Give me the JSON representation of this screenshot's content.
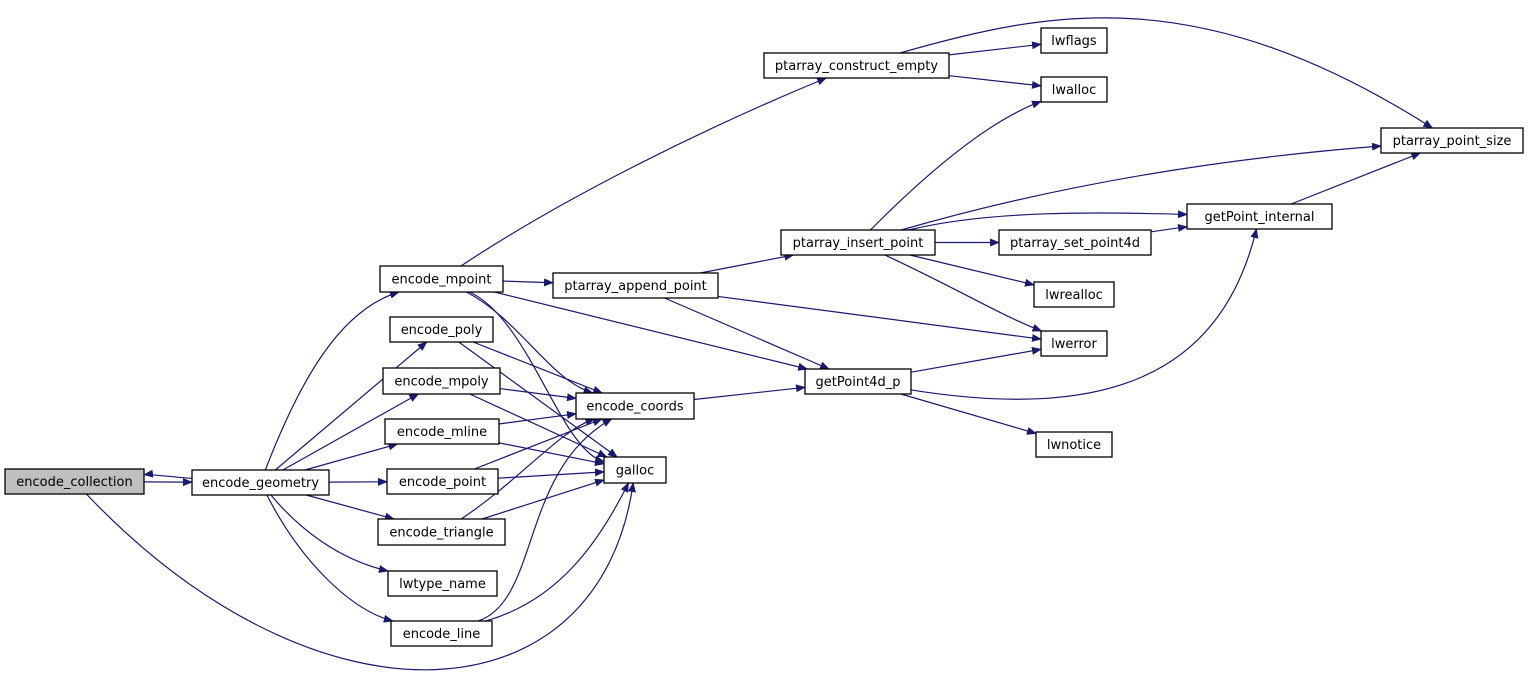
{
  "graph": {
    "nodes": [
      {
        "id": "encode_collection",
        "label": "encode_collection",
        "focus": true
      },
      {
        "id": "encode_geometry",
        "label": "encode_geometry"
      },
      {
        "id": "encode_mpoint",
        "label": "encode_mpoint"
      },
      {
        "id": "encode_poly",
        "label": "encode_poly"
      },
      {
        "id": "encode_mpoly",
        "label": "encode_mpoly"
      },
      {
        "id": "encode_mline",
        "label": "encode_mline"
      },
      {
        "id": "encode_point",
        "label": "encode_point"
      },
      {
        "id": "encode_triangle",
        "label": "encode_triangle"
      },
      {
        "id": "lwtype_name",
        "label": "lwtype_name"
      },
      {
        "id": "encode_line",
        "label": "encode_line"
      },
      {
        "id": "ptarray_append_point",
        "label": "ptarray_append_point"
      },
      {
        "id": "encode_coords",
        "label": "encode_coords"
      },
      {
        "id": "galloc",
        "label": "galloc"
      },
      {
        "id": "ptarray_construct_empty",
        "label": "ptarray_construct_empty"
      },
      {
        "id": "ptarray_insert_point",
        "label": "ptarray_insert_point"
      },
      {
        "id": "getPoint4d_p",
        "label": "getPoint4d_p"
      },
      {
        "id": "lwflags",
        "label": "lwflags"
      },
      {
        "id": "lwalloc",
        "label": "lwalloc"
      },
      {
        "id": "ptarray_set_point4d",
        "label": "ptarray_set_point4d"
      },
      {
        "id": "lwrealloc",
        "label": "lwrealloc"
      },
      {
        "id": "lwerror",
        "label": "lwerror"
      },
      {
        "id": "lwnotice",
        "label": "lwnotice"
      },
      {
        "id": "getPoint_internal",
        "label": "getPoint_internal"
      },
      {
        "id": "ptarray_point_size",
        "label": "ptarray_point_size"
      }
    ],
    "edges": [
      {
        "from": "encode_collection",
        "to": "encode_geometry"
      },
      {
        "from": "encode_geometry",
        "to": "encode_collection"
      },
      {
        "from": "encode_collection",
        "to": "galloc"
      },
      {
        "from": "encode_geometry",
        "to": "encode_mpoint"
      },
      {
        "from": "encode_geometry",
        "to": "encode_poly"
      },
      {
        "from": "encode_geometry",
        "to": "encode_mpoly"
      },
      {
        "from": "encode_geometry",
        "to": "encode_mline"
      },
      {
        "from": "encode_geometry",
        "to": "encode_point"
      },
      {
        "from": "encode_geometry",
        "to": "encode_triangle"
      },
      {
        "from": "encode_geometry",
        "to": "lwtype_name"
      },
      {
        "from": "encode_geometry",
        "to": "encode_line"
      },
      {
        "from": "encode_mpoint",
        "to": "ptarray_construct_empty"
      },
      {
        "from": "encode_mpoint",
        "to": "ptarray_append_point"
      },
      {
        "from": "encode_mpoint",
        "to": "getPoint4d_p"
      },
      {
        "from": "encode_mpoint",
        "to": "encode_coords"
      },
      {
        "from": "encode_mpoint",
        "to": "galloc"
      },
      {
        "from": "encode_poly",
        "to": "encode_coords"
      },
      {
        "from": "encode_poly",
        "to": "galloc"
      },
      {
        "from": "encode_mpoly",
        "to": "encode_coords"
      },
      {
        "from": "encode_mpoly",
        "to": "galloc"
      },
      {
        "from": "encode_mline",
        "to": "encode_coords"
      },
      {
        "from": "encode_mline",
        "to": "galloc"
      },
      {
        "from": "encode_point",
        "to": "encode_coords"
      },
      {
        "from": "encode_point",
        "to": "galloc"
      },
      {
        "from": "encode_triangle",
        "to": "encode_coords"
      },
      {
        "from": "encode_triangle",
        "to": "galloc"
      },
      {
        "from": "encode_line",
        "to": "encode_coords"
      },
      {
        "from": "encode_line",
        "to": "galloc"
      },
      {
        "from": "ptarray_append_point",
        "to": "ptarray_insert_point"
      },
      {
        "from": "ptarray_append_point",
        "to": "getPoint4d_p"
      },
      {
        "from": "ptarray_append_point",
        "to": "lwerror"
      },
      {
        "from": "encode_coords",
        "to": "getPoint4d_p"
      },
      {
        "from": "ptarray_construct_empty",
        "to": "lwflags"
      },
      {
        "from": "ptarray_construct_empty",
        "to": "lwalloc"
      },
      {
        "from": "ptarray_construct_empty",
        "to": "ptarray_point_size"
      },
      {
        "from": "ptarray_insert_point",
        "to": "lwalloc"
      },
      {
        "from": "ptarray_insert_point",
        "to": "ptarray_point_size"
      },
      {
        "from": "ptarray_insert_point",
        "to": "getPoint_internal"
      },
      {
        "from": "ptarray_insert_point",
        "to": "ptarray_set_point4d"
      },
      {
        "from": "ptarray_insert_point",
        "to": "lwrealloc"
      },
      {
        "from": "ptarray_insert_point",
        "to": "lwerror"
      },
      {
        "from": "ptarray_set_point4d",
        "to": "getPoint_internal"
      },
      {
        "from": "getPoint4d_p",
        "to": "lwerror"
      },
      {
        "from": "getPoint4d_p",
        "to": "lwnotice"
      },
      {
        "from": "getPoint4d_p",
        "to": "getPoint_internal"
      },
      {
        "from": "getPoint_internal",
        "to": "ptarray_point_size"
      }
    ],
    "colors": {
      "edge": "#191970",
      "focus_fill": "#bfbfbf",
      "node_fill": "#ffffff",
      "border": "#000000"
    }
  }
}
